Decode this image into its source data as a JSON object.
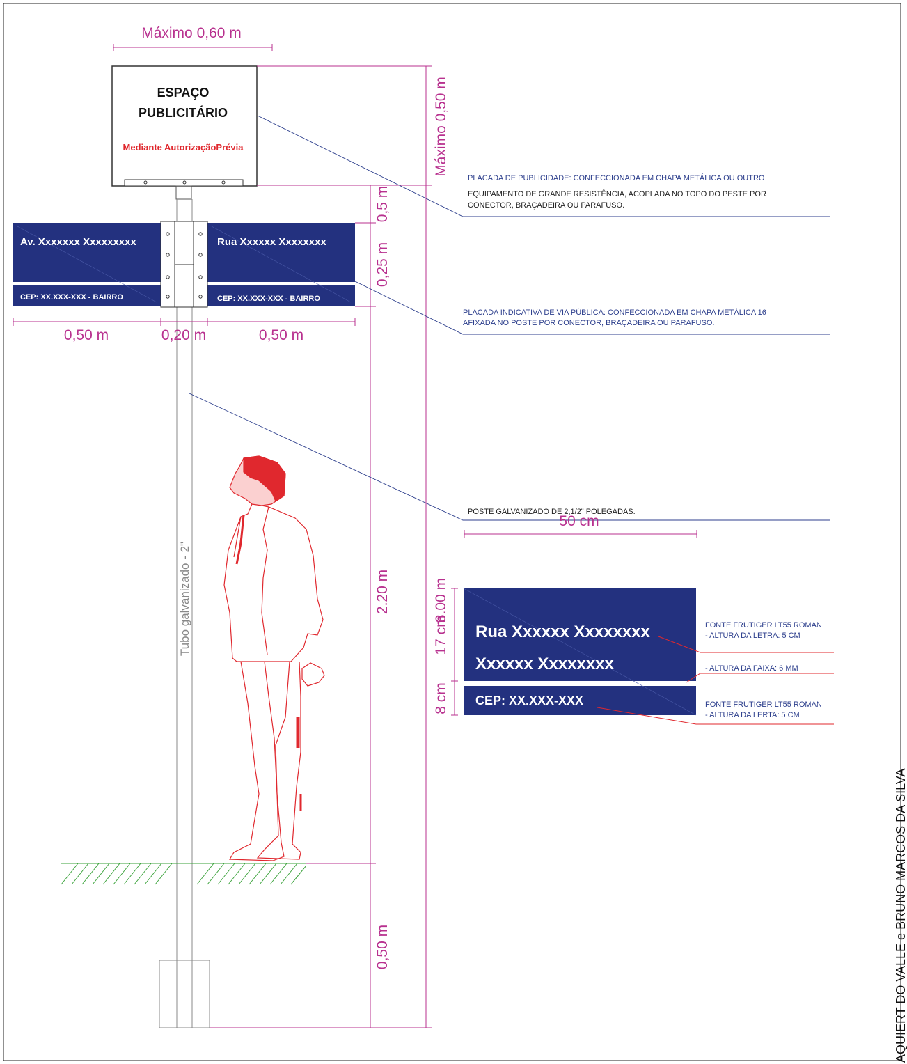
{
  "ad_panel": {
    "title_line1": "ESPAÇO",
    "title_line2": "PUBLICITÁRIO",
    "subtitle": "Mediante AutorizaçãoPrévia"
  },
  "street_signs": {
    "left_name": "Av. Xxxxxxx Xxxxxxxxx",
    "left_cep": "CEP: XX.XXX-XXX - BAIRRO",
    "right_name": "Rua Xxxxxx Xxxxxxxx",
    "right_cep": "CEP: XX.XXX-XXX - BAIRRO"
  },
  "dimensions": {
    "max_width": "Máximo 0,60 m",
    "max_height": "Máximo  0,50 m",
    "gap_05": "0,5 m",
    "sign_h": "0,25 m",
    "pole_h": "2.20 m",
    "total_h": "3.00 m",
    "buried": "0,50 m",
    "left_w": "0,50 m",
    "pole_w": "0,20 m",
    "right_w": "0,50 m"
  },
  "notes": {
    "ad_1": "PLACADA DE PUBLICIDADE: CONFECCIONADA EM CHAPA METÁLICA OU OUTRO",
    "ad_2": "EQUIPAMENTO DE GRANDE RESISTÊNCIA, ACOPLADA NO TOPO DO PESTE POR",
    "ad_3": "CONECTOR, BRAÇADEIRA OU PARAFUSO.",
    "sign_1": "PLACADA INDICATIVA DE VIA PÚBLICA: CONFECCIONADA EM CHAPA METÁLICA 16",
    "sign_2": "AFIXADA NO POSTE POR CONECTOR, BRAÇADEIRA OU PARAFUSO.",
    "pole": "POSTE GALVANIZADO DE 2,1/2\" POLEGADAS."
  },
  "pole_label": "Tubo galvanizado  -  2\"",
  "detail": {
    "width": "50 cm",
    "h17": "17 cm",
    "h8": "8 cm",
    "line1": "Rua Xxxxxx Xxxxxxxx",
    "line2": "Xxxxxx Xxxxxxxx",
    "cep": "CEP: XX.XXX-XXX",
    "font1_a": "FONTE FRUTIGER  LT55 ROMAN",
    "font1_b": " - ALTURA DA LETRA: 5 CM",
    "band": "- ALTURA DA FAIXA: 6 MM",
    "font2_a": "FONTE FRUTIGER  LT55 ROMAN",
    "font2_b": " - ALTURA DA LERTA: 5 CM"
  },
  "credit": "AQUIERT DO VALLE e BRUNO MARCOS DA SILVA",
  "colors": {
    "sign_blue": "#23317f",
    "dimension": "#b8318f",
    "figure": "#e0282e",
    "leader": "#2c3e8c"
  }
}
